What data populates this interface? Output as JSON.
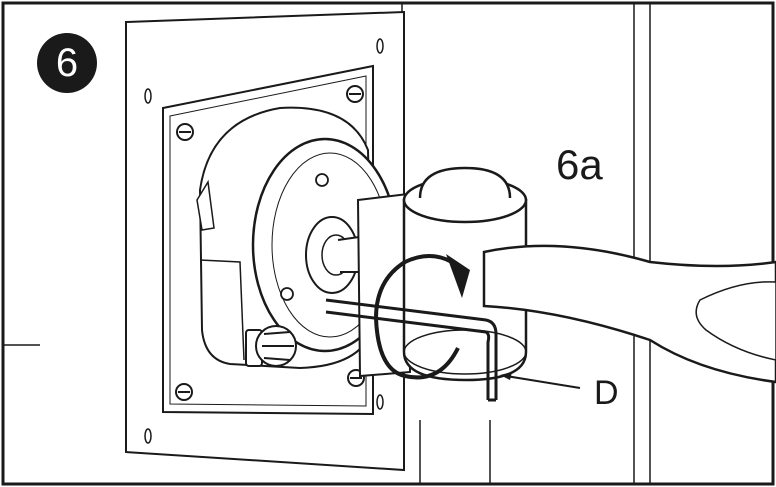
{
  "step": {
    "number": "6"
  },
  "substep": {
    "label": "6a"
  },
  "callout": {
    "label": "D"
  },
  "colors": {
    "ink": "#1a1a1a",
    "paper": "#ffffff",
    "shade": "#d9d9d9"
  }
}
